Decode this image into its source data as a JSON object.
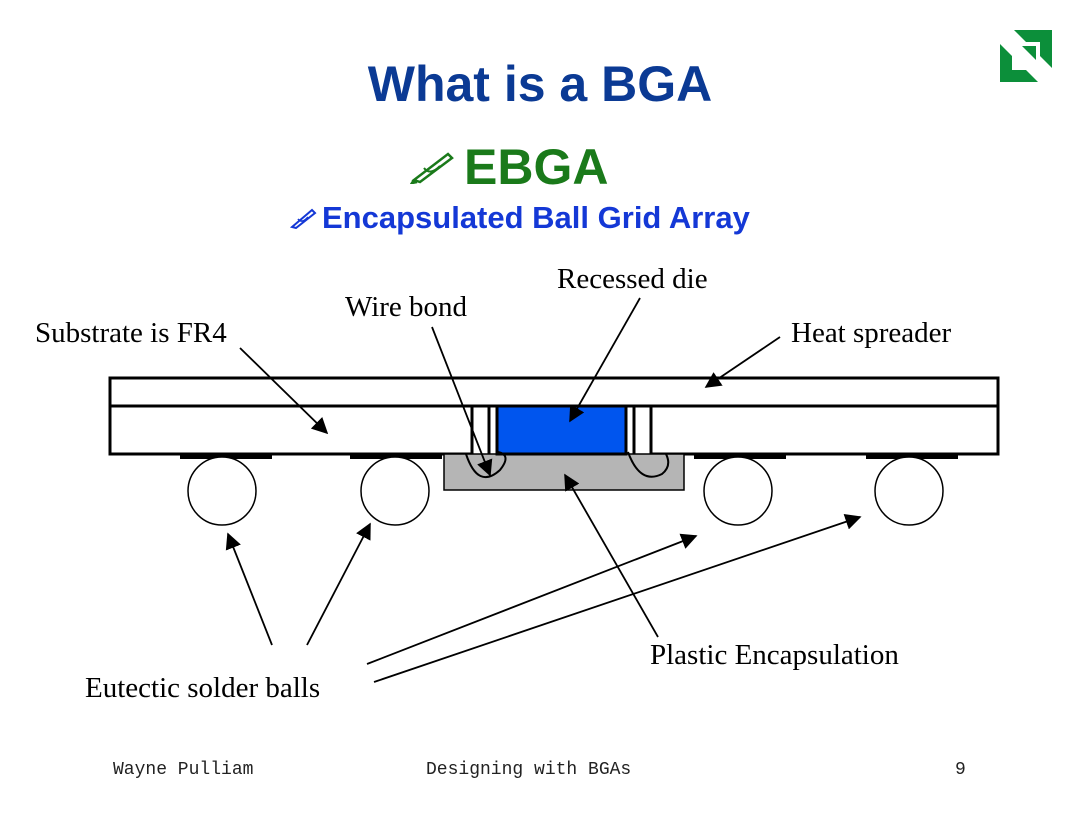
{
  "title": "What is a BGA",
  "subtitle": "EBGA",
  "subtitle2": "Encapsulated Ball Grid Array",
  "diagram": {
    "labels": {
      "recessed_die": "Recessed die",
      "wire_bond": "Wire bond",
      "substrate": "Substrate is FR4",
      "heat_spreader": "Heat spreader",
      "plastic_encapsulation": "Plastic Encapsulation",
      "solder_balls": "Eutectic solder balls"
    },
    "colors": {
      "die": "#0055ee",
      "encapsulation": "#b5b5b5",
      "outline": "#000000"
    }
  },
  "footer": {
    "author": "Wayne Pulliam",
    "course": "Designing with BGAs",
    "page": "9"
  },
  "logo": {
    "icon": "amd-logo-icon",
    "color": "#0c8f3a"
  }
}
